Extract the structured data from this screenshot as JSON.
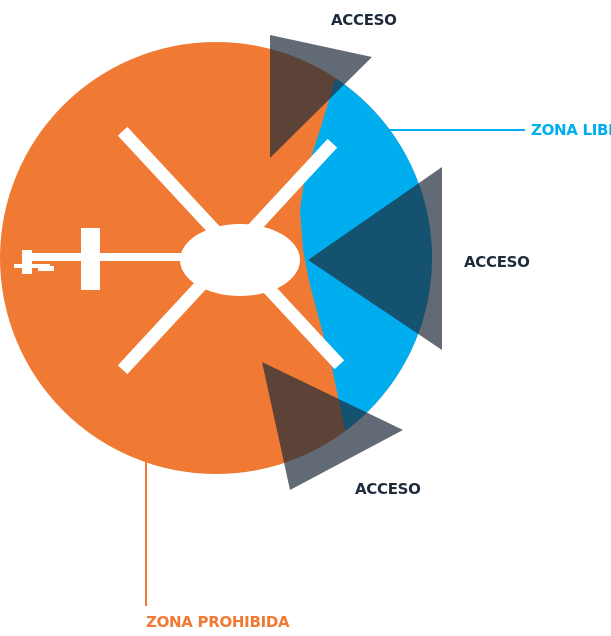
{
  "labels": {
    "acceso_top": "ACCESO",
    "acceso_right": "ACCESO",
    "acceso_bottom": "ACCESO",
    "zona_libre": "ZONA LIBRE",
    "zona_prohibida": "ZONA PROHIBIDA"
  },
  "colors": {
    "zona_prohibida": "#F07A33",
    "zona_libre": "#00AEEF",
    "acceso": "#1E2B3A",
    "helicopter": "#FFFFFF",
    "label_dark": "#1E2B3A"
  }
}
